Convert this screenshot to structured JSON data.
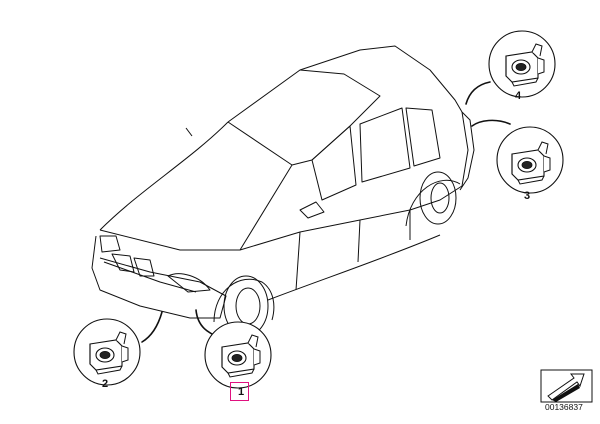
{
  "callouts": {
    "part_1": "1",
    "part_2": "2",
    "part_3": "3",
    "part_4": "4"
  },
  "reference_number": "00136837",
  "icons": {
    "nav_arrow": "arrow-down-right-icon",
    "sensor_bracket": "pdc-sensor-bracket-icon",
    "car": "hatchback-car-outline"
  },
  "colors": {
    "line": "#111111",
    "highlight": "#e0117f",
    "background": "#ffffff"
  }
}
